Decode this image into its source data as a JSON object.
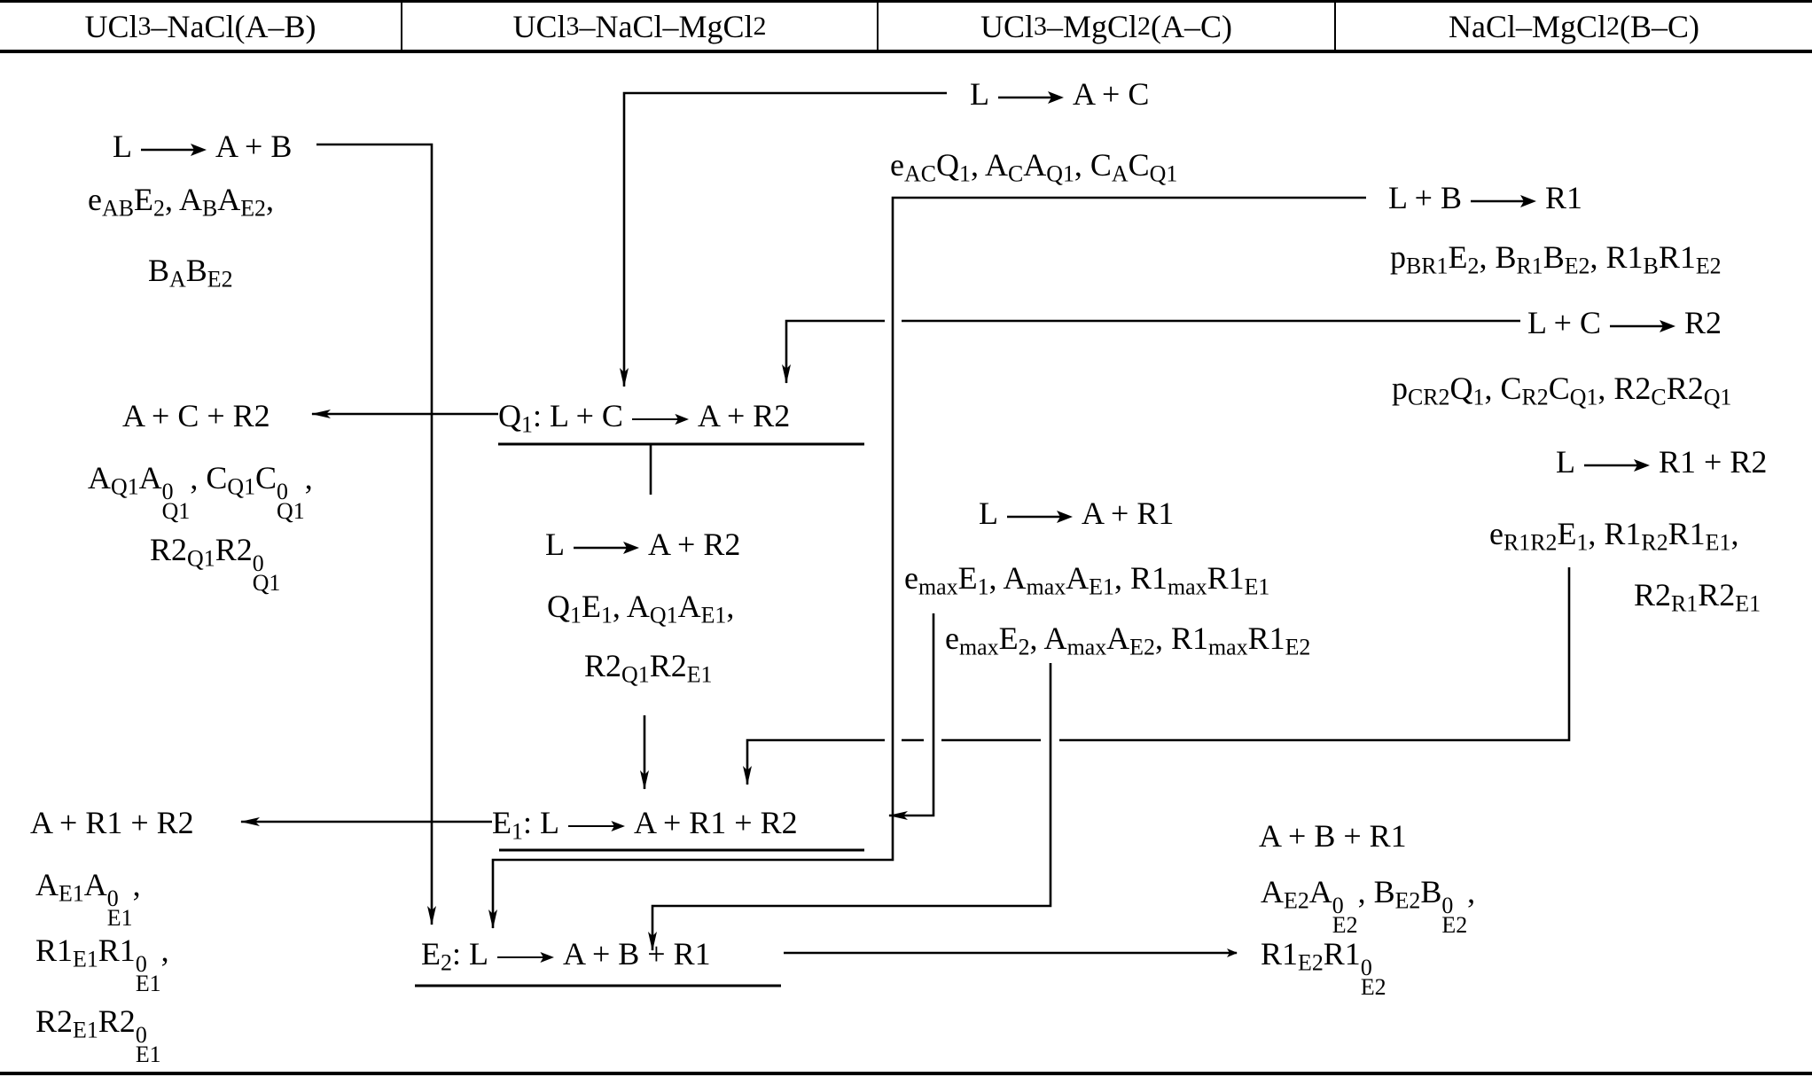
{
  "header": {
    "columns": [
      {
        "label": "UCl3–NaCl(A–B)",
        "parts": [
          [
            "UCl",
            ""
          ],
          [
            "3",
            "sub"
          ],
          [
            "–NaCl(A–B)",
            ""
          ]
        ]
      },
      {
        "label": "UCl3–NaCl–MgCl2",
        "parts": [
          [
            "UCl",
            ""
          ],
          [
            "3",
            "sub"
          ],
          [
            "–NaCl–MgCl",
            ""
          ],
          [
            "2",
            "sub"
          ]
        ]
      },
      {
        "label": "UCl3–MgCl2(A–C)",
        "parts": [
          [
            "UCl",
            ""
          ],
          [
            "3",
            "sub"
          ],
          [
            "–MgCl",
            ""
          ],
          [
            "2",
            "sub"
          ],
          [
            "(A–C)",
            ""
          ]
        ]
      },
      {
        "label": "NaCl–MgCl2(B–C)",
        "parts": [
          [
            "NaCl–MgCl",
            ""
          ],
          [
            "2",
            "sub"
          ],
          [
            "(B–C)",
            ""
          ]
        ]
      }
    ]
  },
  "legend": {
    "A": "UCl3",
    "B": "NaCl",
    "C": "MgCl2"
  },
  "nodes": {
    "ab_reaction": {
      "lhs": "L",
      "rhs": "A + B"
    },
    "ab_path_1": [
      [
        "e",
        ""
      ],
      [
        "AB",
        "sub"
      ],
      [
        "E",
        ""
      ],
      [
        "2",
        "sub"
      ],
      [
        ", A",
        ""
      ],
      [
        "B",
        "sub"
      ],
      [
        "A",
        ""
      ],
      [
        "E2",
        "sub"
      ],
      [
        ",",
        ""
      ]
    ],
    "ab_path_2": [
      [
        "B",
        ""
      ],
      [
        "A",
        "sub"
      ],
      [
        "B",
        ""
      ],
      [
        "E2",
        "sub"
      ]
    ],
    "ac_reaction": {
      "lhs": "L",
      "rhs": "A + C"
    },
    "ac_path": [
      [
        "e",
        ""
      ],
      [
        "AC",
        "sub"
      ],
      [
        "Q",
        ""
      ],
      [
        "1",
        "sub"
      ],
      [
        ", A",
        ""
      ],
      [
        "C",
        "sub"
      ],
      [
        "A",
        ""
      ],
      [
        "Q1",
        "sub"
      ],
      [
        ",  C",
        ""
      ],
      [
        "A",
        "sub"
      ],
      [
        "C",
        ""
      ],
      [
        "Q1",
        "sub"
      ]
    ],
    "br1_reaction": {
      "lhs": "L + B",
      "rhs": "R1"
    },
    "br1_path": [
      [
        "p",
        ""
      ],
      [
        "BR1",
        "sub"
      ],
      [
        "E",
        ""
      ],
      [
        "2",
        "sub"
      ],
      [
        ", B",
        ""
      ],
      [
        "R1",
        "sub"
      ],
      [
        "B",
        ""
      ],
      [
        "E2",
        "sub"
      ],
      [
        ", R1",
        ""
      ],
      [
        "B",
        "sub"
      ],
      [
        "R1",
        ""
      ],
      [
        "E2",
        "sub"
      ]
    ],
    "cr2_reaction": {
      "lhs": "L + C",
      "rhs": "R2"
    },
    "cr2_path": [
      [
        "p",
        ""
      ],
      [
        "CR2",
        "sub"
      ],
      [
        "Q",
        ""
      ],
      [
        "1",
        "sub"
      ],
      [
        ", C",
        ""
      ],
      [
        "R2",
        "sub"
      ],
      [
        "C",
        ""
      ],
      [
        "Q1",
        "sub"
      ],
      [
        ", R2",
        ""
      ],
      [
        "C",
        "sub"
      ],
      [
        "R2",
        ""
      ],
      [
        "Q1",
        "sub"
      ]
    ],
    "r1r2_reaction": {
      "lhs": "L",
      "rhs": "R1 + R2"
    },
    "r1r2_path_1": [
      [
        "e",
        ""
      ],
      [
        "R1R2",
        "sub"
      ],
      [
        "E",
        ""
      ],
      [
        "1",
        "sub"
      ],
      [
        ", R1",
        ""
      ],
      [
        "R2",
        "sub"
      ],
      [
        "R1",
        ""
      ],
      [
        "E1",
        "sub"
      ],
      [
        ",",
        ""
      ]
    ],
    "r1r2_path_2": [
      [
        "R2",
        ""
      ],
      [
        "R1",
        "sub"
      ],
      [
        "R2",
        ""
      ],
      [
        "E1",
        "sub"
      ]
    ],
    "q1_point": {
      "label": "Q",
      "index": "1",
      "lhs": ": L + C",
      "rhs": "A + R2"
    },
    "q1_products": "A + C + R2",
    "q1_products_path_1": [
      [
        "A",
        ""
      ],
      [
        "Q1",
        "sub"
      ],
      [
        "A",
        ""
      ],
      [
        "0|Q1",
        "ss"
      ],
      [
        ", C",
        ""
      ],
      [
        "Q1",
        "sub"
      ],
      [
        "C",
        ""
      ],
      [
        "0|Q1",
        "ss"
      ],
      [
        ",",
        ""
      ]
    ],
    "q1_products_path_2": [
      [
        "R2",
        ""
      ],
      [
        "Q1",
        "sub"
      ],
      [
        "R2",
        ""
      ],
      [
        "0|Q1",
        "ss"
      ]
    ],
    "ar2_reaction": {
      "lhs": "L",
      "rhs": "A + R2"
    },
    "ar2_path_1": [
      [
        "Q",
        ""
      ],
      [
        "1",
        "sub"
      ],
      [
        "E",
        ""
      ],
      [
        "1",
        "sub"
      ],
      [
        ", A",
        ""
      ],
      [
        "Q1",
        "sub"
      ],
      [
        "A",
        ""
      ],
      [
        "E1",
        "sub"
      ],
      [
        ",",
        ""
      ]
    ],
    "ar2_path_2": [
      [
        "R2",
        ""
      ],
      [
        "Q1",
        "sub"
      ],
      [
        "R2",
        ""
      ],
      [
        "E1",
        "sub"
      ]
    ],
    "ar1_reaction": {
      "lhs": "L",
      "rhs": "A + R1"
    },
    "ar1_path_1": [
      [
        "e",
        ""
      ],
      [
        "max",
        "sub"
      ],
      [
        "E",
        ""
      ],
      [
        "1",
        "sub"
      ],
      [
        ", A",
        ""
      ],
      [
        "max",
        "sub"
      ],
      [
        "A",
        ""
      ],
      [
        "E1",
        "sub"
      ],
      [
        ", R1",
        ""
      ],
      [
        "max",
        "sub"
      ],
      [
        "R1",
        ""
      ],
      [
        "E1",
        "sub"
      ]
    ],
    "ar1_path_2": [
      [
        "e",
        ""
      ],
      [
        "max",
        "sub"
      ],
      [
        "E",
        ""
      ],
      [
        "2",
        "sub"
      ],
      [
        ", A",
        ""
      ],
      [
        "max",
        "sub"
      ],
      [
        "A",
        ""
      ],
      [
        "E2",
        "sub"
      ],
      [
        ", R1",
        ""
      ],
      [
        "max",
        "sub"
      ],
      [
        "R1",
        ""
      ],
      [
        "E2",
        "sub"
      ]
    ],
    "e1_point": {
      "label": "E",
      "index": "1",
      "lhs": ": L",
      "rhs": "A + R1 + R2"
    },
    "e1_products": "A + R1 + R2",
    "e1_products_path_1": [
      [
        "A",
        ""
      ],
      [
        "E1",
        "sub"
      ],
      [
        "A",
        ""
      ],
      [
        "0|E1",
        "ss"
      ],
      [
        ",",
        ""
      ]
    ],
    "e1_products_path_2": [
      [
        "R1",
        ""
      ],
      [
        "E1",
        "sub"
      ],
      [
        "R1",
        ""
      ],
      [
        "0|E1",
        "ss"
      ],
      [
        ",",
        ""
      ]
    ],
    "e1_products_path_3": [
      [
        "R2",
        ""
      ],
      [
        "E1",
        "sub"
      ],
      [
        "R2",
        ""
      ],
      [
        "0|E1",
        "ss"
      ]
    ],
    "e2_point": {
      "label": "E",
      "index": "2",
      "lhs": ": L",
      "rhs": "A + B + R1"
    },
    "e2_products": "A + B + R1",
    "e2_products_path_1": [
      [
        "A",
        ""
      ],
      [
        "E2",
        "sub"
      ],
      [
        "A",
        ""
      ],
      [
        "0|E2",
        "ss"
      ],
      [
        ", B",
        ""
      ],
      [
        "E2",
        "sub"
      ],
      [
        "B",
        ""
      ],
      [
        "0|E2",
        "ss"
      ],
      [
        ",",
        ""
      ]
    ],
    "e2_products_path_2": [
      [
        "R1",
        ""
      ],
      [
        "E2",
        "sub"
      ],
      [
        "R1",
        ""
      ],
      [
        "0|E2",
        "ss"
      ]
    ]
  }
}
